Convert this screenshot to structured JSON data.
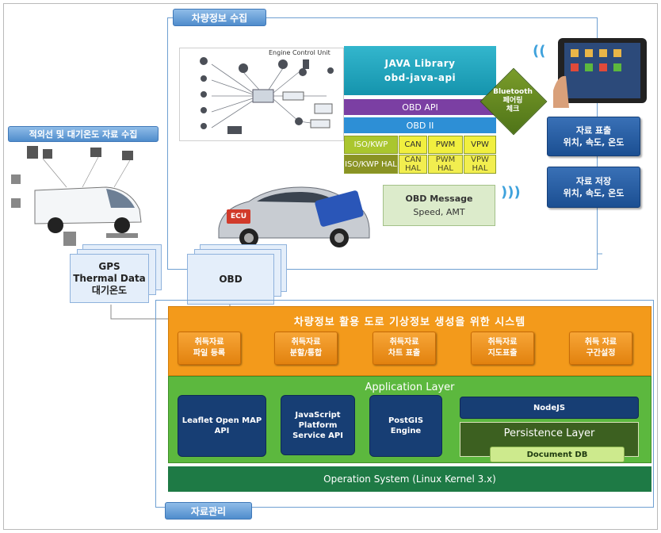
{
  "sections": {
    "collect_vehicle": "차량정보 수집",
    "collect_ir": "적외선 및 대기온도 자료 수집",
    "data_management": "자료관리"
  },
  "java_library": {
    "line1": "JAVA Library",
    "line2": "obd-java-api"
  },
  "ecu_title": "Engine Control Unit",
  "obd_api": "OBD API",
  "obd_ii": "OBD II",
  "protocols": {
    "top": [
      "ISO/KWP",
      "CAN",
      "PWM",
      "VPW"
    ],
    "hal": [
      "ISO/KWP HAL",
      "CAN HAL",
      "PWM HAL",
      "VPW HAL"
    ]
  },
  "bluetooth": {
    "line1": "Bluetooth",
    "line2": "페어링",
    "line3": "체크"
  },
  "data_display": {
    "title": "자료 표출",
    "subtitle": "위치, 속도, 온도"
  },
  "data_storage": {
    "title": "자료 저장",
    "subtitle": "위치, 속도, 온도"
  },
  "obd_message": {
    "title": "OBD Message",
    "subtitle": "Speed, AMT"
  },
  "car_labels": {
    "ecu": "ECU"
  },
  "gps_doc": {
    "line1": "GPS",
    "line2": "Thermal Data",
    "line3": "대기온도"
  },
  "obd_doc": {
    "label": "OBD"
  },
  "system_title": "차량정보 활용 도로 기상정보 생성을 위한 시스템",
  "functions": [
    {
      "line1": "취득자료",
      "line2": "파일 등록"
    },
    {
      "line1": "취득자료",
      "line2": "분할/통합"
    },
    {
      "line1": "취득자료",
      "line2": "차트 표출"
    },
    {
      "line1": "취득자료",
      "line2": "지도표출"
    },
    {
      "line1": "취득 자료",
      "line2": "구간설정"
    }
  ],
  "application_layer": "Application Layer",
  "app_boxes": {
    "leaflet": {
      "line1": "Leaflet Open MAP",
      "line2": "API"
    },
    "javascript": {
      "line1": "JavaScript",
      "line2": "Platform",
      "line3": "Service API"
    },
    "postgis": {
      "line1": "PostGIS",
      "line2": "Engine"
    },
    "nodejs": "NodeJS",
    "persistence": "Persistence Layer",
    "docdb": "Document DB"
  },
  "os": "Operation System (Linux Kernel 3.x)",
  "colors": {
    "navy": "#1b4f92",
    "orange": "#f39a1b",
    "green": "#5cb83e",
    "os_green": "#1e7a45",
    "teal": "#1594ad"
  }
}
